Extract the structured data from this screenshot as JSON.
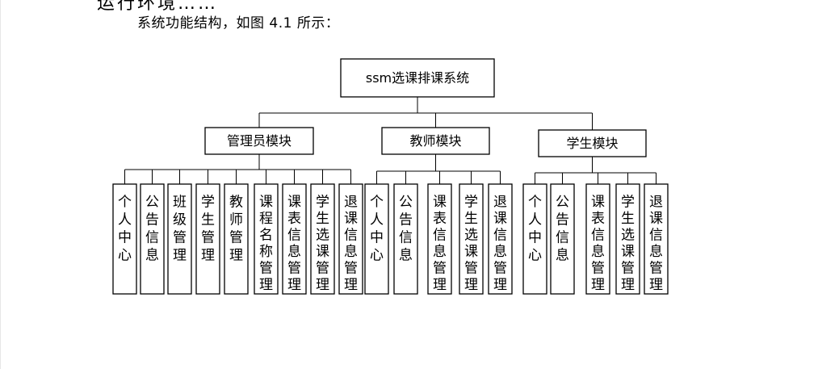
{
  "document": {
    "top_cut_heading": "运行环境……",
    "intro_text": "系统功能结构，如图 4.1 所示："
  },
  "diagram": {
    "root": "ssm选课排课系统",
    "groups": [
      {
        "label": "管理员模块",
        "children": [
          "个人中心",
          "公告信息",
          "班级管理",
          "学生管理",
          "教师管理",
          "课程名称管理",
          "课表信息管理",
          "学生选课管理",
          "退课信息管理"
        ]
      },
      {
        "label": "教师模块",
        "children": [
          "个人中心",
          "公告信息",
          "课表信息管理",
          "学生选课管理",
          "退课信息管理"
        ]
      },
      {
        "label": "学生模块",
        "children": [
          "个人中心",
          "公告信息",
          "课表信息管理",
          "学生选课管理",
          "退课信息管理"
        ]
      }
    ]
  }
}
